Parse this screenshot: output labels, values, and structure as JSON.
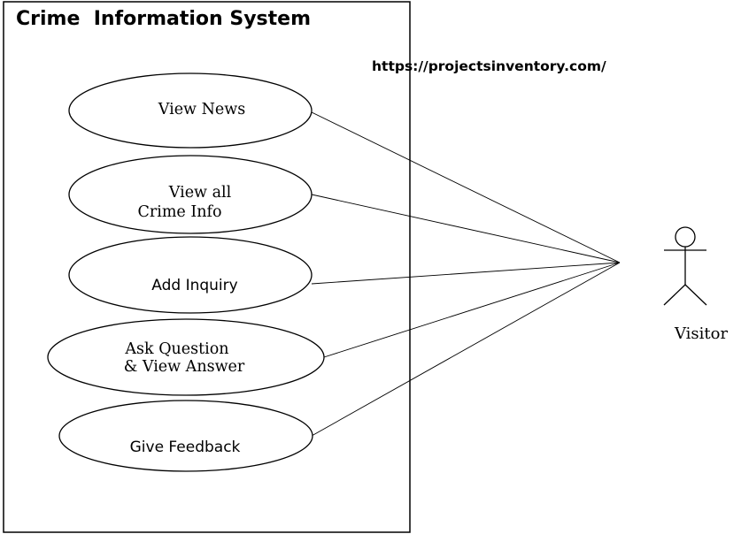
{
  "system": {
    "title": "Crime  Information System"
  },
  "watermark": {
    "url": "https://projectsinventory.com/"
  },
  "actor": {
    "name": "Visitor"
  },
  "use_cases": [
    {
      "id": "view-news",
      "lines": [
        "View News"
      ]
    },
    {
      "id": "view-all-crime-info",
      "lines": [
        "View all",
        "Crime Info"
      ]
    },
    {
      "id": "add-inquiry",
      "lines": [
        "Add Inquiry"
      ]
    },
    {
      "id": "ask-question-view-answer",
      "lines": [
        "Ask Question",
        "& View Answer"
      ]
    },
    {
      "id": "give-feedback",
      "lines": [
        "Give Feedback"
      ]
    }
  ]
}
